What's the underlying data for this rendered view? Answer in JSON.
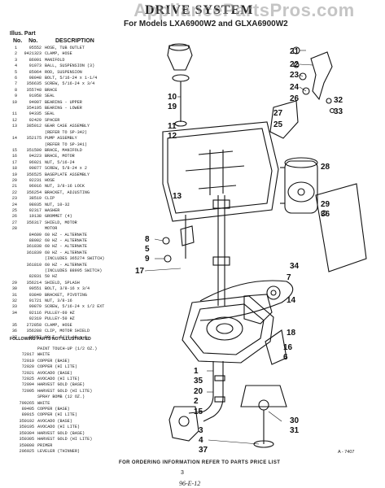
{
  "watermark": "AppliancePartsPros.com",
  "title": "DRIVE SYSTEM",
  "subtitle": "For Models LXA6900W2 and GLXA6900W2",
  "header": {
    "illus": "Illus.",
    "part": "Part",
    "no": "No.",
    "no2": "No.",
    "description": "DESCRIPTION"
  },
  "parts": [
    {
      "key": "1",
      "part": "95552",
      "desc": "HOSE, TUB OUTLET"
    },
    {
      "key": "2",
      "part": "9421323",
      "desc": "CLAMP, HOSE"
    },
    {
      "key": "3",
      "part": "86091",
      "desc": "MANIFOLD"
    },
    {
      "key": "4",
      "part": "91073",
      "desc": "BALL, SUSPENSION (3)"
    },
    {
      "key": "5",
      "part": "85064",
      "desc": "ROD, SUSPENSION"
    },
    {
      "key": "6",
      "part": "98048",
      "desc": "BOLT, 5/16-24 x 1-1/4"
    },
    {
      "key": "7",
      "part": "356635",
      "desc": "SCREW, 5/16-24 x 3/4"
    },
    {
      "key": "8",
      "part": "355748",
      "desc": "BRACE"
    },
    {
      "key": "9",
      "part": "91958",
      "desc": "SEAL"
    },
    {
      "key": "10",
      "part": "94007",
      "desc": "BEARING - UPPER"
    },
    {
      "key": "",
      "part": "354195",
      "desc": "BEARING - LOWER"
    },
    {
      "key": "11",
      "part": "94335",
      "desc": "SEAL"
    },
    {
      "key": "12",
      "part": "92429",
      "desc": "SPACER"
    },
    {
      "key": "13",
      "part": "385012",
      "desc": "GEAR CASE ASSEMBLY"
    },
    {
      "key": "",
      "part": "",
      "desc": "(REFER TO SP-342)"
    },
    {
      "key": "14",
      "part": "352175",
      "desc": "PUMP ASSEMBLY"
    },
    {
      "key": "",
      "part": "",
      "desc": "(REFER TO SP-341)"
    },
    {
      "key": "15",
      "part": "351500",
      "desc": "BRACE, MANIFOLD"
    },
    {
      "key": "16",
      "part": "94223",
      "desc": "BRACE, MOTOR"
    },
    {
      "key": "17",
      "part": "96021",
      "desc": "NUT, 5/16-24"
    },
    {
      "key": "18",
      "part": "90877",
      "desc": "SCREW, 5/8-24 x 2"
    },
    {
      "key": "19",
      "part": "356525",
      "desc": "BASEPLATE ASSEMBLY"
    },
    {
      "key": "20",
      "part": "92231",
      "desc": "HOSE"
    },
    {
      "key": "21",
      "part": "96016",
      "desc": "NUT, 3/8-16 LOCK"
    },
    {
      "key": "22",
      "part": "356254",
      "desc": "BRACKET, ADJUSTING"
    },
    {
      "key": "23",
      "part": "38519",
      "desc": "CLIP"
    },
    {
      "key": "24",
      "part": "98035",
      "desc": "NUT, 10-32"
    },
    {
      "key": "25",
      "part": "92317",
      "desc": "WASHER"
    },
    {
      "key": "26",
      "part": "19138",
      "desc": "GROMMET (4)"
    },
    {
      "key": "27",
      "part": "356317",
      "desc": "SHIELD, MOTOR"
    },
    {
      "key": "28",
      "part": "",
      "desc": "MOTOR"
    },
    {
      "key": "",
      "part": "84609",
      "desc": "60 HZ - ALTERNATE"
    },
    {
      "key": "",
      "part": "88002",
      "desc": "60 HZ - ALTERNATE"
    },
    {
      "key": "",
      "part": "361838",
      "desc": "60 HZ - ALTERNATE"
    },
    {
      "key": "",
      "part": "361839",
      "desc": "60 HZ - ALTERNATE"
    },
    {
      "key": "",
      "part": "",
      "desc": "(INCLUDES 365274 SWITCH)"
    },
    {
      "key": "",
      "part": "361810",
      "desc": "60 HZ - ALTERNATE"
    },
    {
      "key": "",
      "part": "",
      "desc": "(INCLUDES 88995 SWITCH)"
    },
    {
      "key": "",
      "part": "82831",
      "desc": "50 HZ"
    },
    {
      "key": "29",
      "part": "356214",
      "desc": "SHIELD, SPLASH"
    },
    {
      "key": "30",
      "part": "90551",
      "desc": "BOLT, 3/8-16 x 3/4"
    },
    {
      "key": "31",
      "part": "93849",
      "desc": "BRACKET, PIVOTING"
    },
    {
      "key": "32",
      "part": "91721",
      "desc": "NUT, 3/8-16"
    },
    {
      "key": "33",
      "part": "90879",
      "desc": "SCREW, 5/16-24 x 1/2 EXT"
    },
    {
      "key": "34",
      "part": "92116",
      "desc": "PULLEY-60 HZ"
    },
    {
      "key": "",
      "part": "92319",
      "desc": "PULLEY-50 HZ"
    },
    {
      "key": "35",
      "part": "272858",
      "desc": "CLAMP, HOSE"
    },
    {
      "key": "36",
      "part": "356288",
      "desc": "CLIP, MOTOR SHIELD"
    },
    {
      "key": "37",
      "part": "96857",
      "desc": "BOLT, 5/16-18 x 1"
    }
  ],
  "not_illustrated_header": "FOLLOWING PARTS NOT ILLUSTRATED",
  "paint": [
    {
      "part": "",
      "desc": "PAINT TOUCH-UP (1/2 OZ.)"
    },
    {
      "part": "72017",
      "desc": "WHITE"
    },
    {
      "part": "72019",
      "desc": "COPPER (BASE)"
    },
    {
      "part": "72020",
      "desc": "COPPER (HI LITE)"
    },
    {
      "part": "72021",
      "desc": "AVOCADO (BASE)"
    },
    {
      "part": "72025",
      "desc": "AVOCADO (HI LITE)"
    },
    {
      "part": "72094",
      "desc": "HARVEST GOLD (BASE)"
    },
    {
      "part": "72095",
      "desc": "HARVEST GOLD (HI LITE)"
    },
    {
      "part": "",
      "desc": "SPRAY BOMB (12 OZ.)"
    },
    {
      "part": "799265",
      "desc": "WHITE"
    },
    {
      "part": "89405",
      "desc": "COPPER (BASE)"
    },
    {
      "part": "89915",
      "desc": "COPPER (HI LITE)"
    },
    {
      "part": "350192",
      "desc": "AVOCADO (BASE)"
    },
    {
      "part": "350195",
      "desc": "AVOCADO (HI LITE)"
    },
    {
      "part": "350304",
      "desc": "HARVEST GOLD (BASE)"
    },
    {
      "part": "350305",
      "desc": "HARVEST GOLD (HI LITE)"
    },
    {
      "part": "350808",
      "desc": "PRIMER"
    },
    {
      "part": "206925",
      "desc": "LEVELER (THINNER)"
    }
  ],
  "callouts": [
    "21",
    "22",
    "23",
    "24",
    "26",
    "25",
    "32",
    "33",
    "27",
    "10",
    "19",
    "11",
    "12",
    "28",
    "13",
    "29",
    "36",
    "8",
    "5",
    "9",
    "17",
    "34",
    "7",
    "14",
    "18",
    "16",
    "6",
    "1",
    "35",
    "20",
    "2",
    "15",
    "3",
    "4",
    "37",
    "30",
    "31"
  ],
  "drawing_number": "A - 7407",
  "footer": "FOR ORDERING INFORMATION REFER TO PARTS PRICE LIST",
  "page_number": "3",
  "handwritten": "96-E-12"
}
